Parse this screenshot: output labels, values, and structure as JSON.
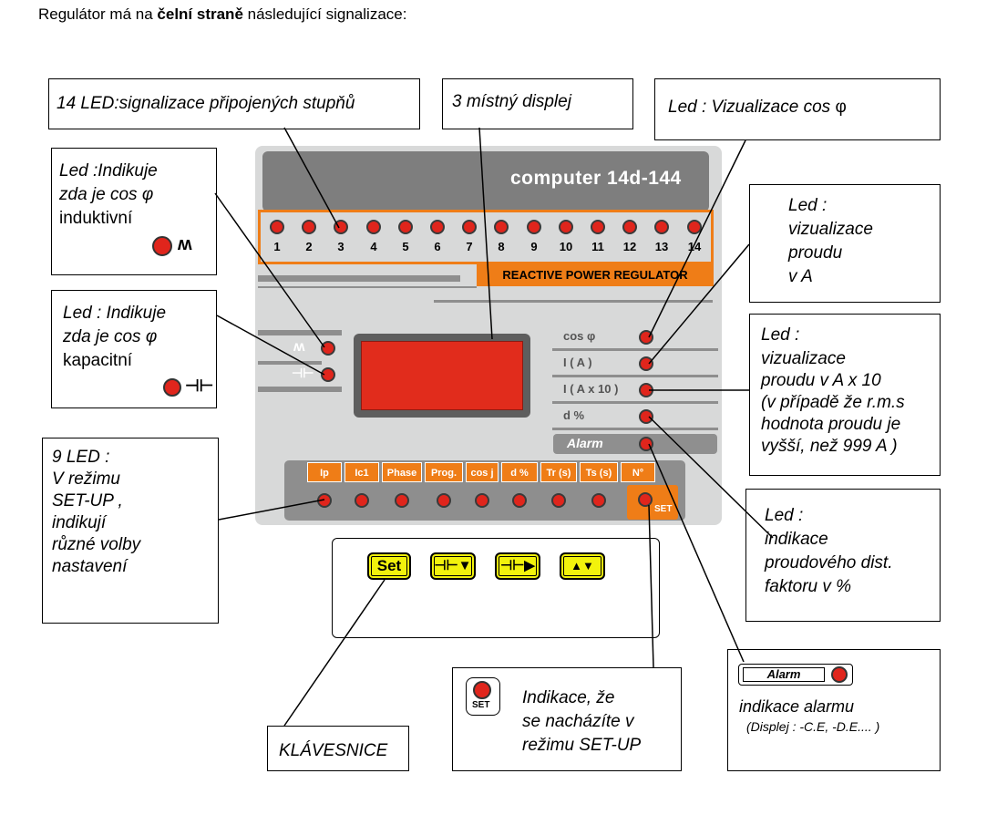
{
  "heading": {
    "prefix": "Regulátor má na ",
    "bold": "čelní straně",
    "suffix": " následující signalizace:"
  },
  "callouts": {
    "led14": "14 LED:signalizace připojených stupňů",
    "display": "3 místný displej",
    "cos_led": [
      "Led : Vizualizace  cos ",
      "φ"
    ],
    "inductive": [
      "Led :Indikuje",
      "zda je cos φ",
      "induktivní"
    ],
    "capacitive": [
      "Led : Indikuje",
      "zda je cos φ",
      "kapacitní"
    ],
    "current": [
      "Led :",
      "vizualizace",
      "proudu",
      "v A"
    ],
    "current_x10": [
      "Led :",
      "vizualizace",
      "proudu v  A x 10",
      "(v případě že r.m.s",
      "hodnota proudu je",
      "vyšší, než 999 A )"
    ],
    "nine_led": [
      "9 LED :",
      "V režimu",
      "SET-UP ,",
      "indikují",
      "různé volby",
      "nastavení"
    ],
    "distortion": [
      "Led :",
      "indikace",
      "proudového dist.",
      "faktoru v %"
    ],
    "keyboard": "KLÁVESNICE",
    "setup": [
      "Indikace, že",
      "se nacházíte v",
      "režimu SET-UP"
    ],
    "alarm": [
      "indikace alarmu",
      "(Displej : -C.E, -D.E.... )"
    ]
  },
  "device": {
    "name": "computer 14d-144",
    "subtitle": "REACTIVE POWER REGULATOR",
    "led_numbers": [
      "1",
      "2",
      "3",
      "4",
      "5",
      "6",
      "7",
      "8",
      "9",
      "10",
      "11",
      "12",
      "13",
      "14"
    ],
    "display_labels": [
      "cos φ",
      "I ( A )",
      "I ( A x 10 )",
      "d %"
    ],
    "alarm_label": "Alarm",
    "setup_keys": [
      "Ip",
      "Ic1",
      "Phase",
      "Prog.",
      "cos j",
      "d %",
      "Tr (s)",
      "Ts (s)",
      "N°"
    ],
    "set_label": "SET",
    "buttons": [
      "Set",
      "⊣⊢▼",
      "⊣⊢▶",
      "▲▼"
    ]
  },
  "colors": {
    "accent": "#ef7d17",
    "led": "#e0251c",
    "key": "#f2f20c",
    "panel": "#d8d9d9"
  }
}
